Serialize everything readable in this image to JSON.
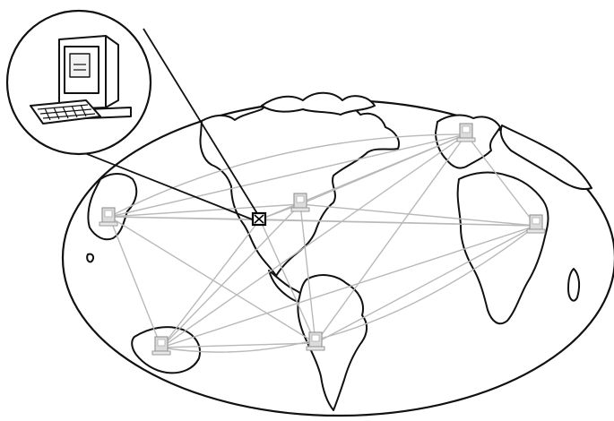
{
  "figure": {
    "description_icon_names": {
      "computer": "desktop-computer-icon",
      "node": "terminal-node-icon",
      "globe": "world-map-globe"
    },
    "colors": {
      "outline": "#111111",
      "network_line": "#b9b9b9",
      "node_fill": "#dcdcdc",
      "node_stroke": "#9a9a9a",
      "highlight": "#000000",
      "background": "#ffffff"
    },
    "nodes": [
      {
        "id": "north-america-west",
        "label": ""
      },
      {
        "id": "north-america-center",
        "label": ""
      },
      {
        "id": "pacific-west",
        "label": ""
      },
      {
        "id": "europe",
        "label": ""
      },
      {
        "id": "asia-east",
        "label": ""
      },
      {
        "id": "south-pacific",
        "label": ""
      },
      {
        "id": "south-america",
        "label": ""
      }
    ]
  }
}
